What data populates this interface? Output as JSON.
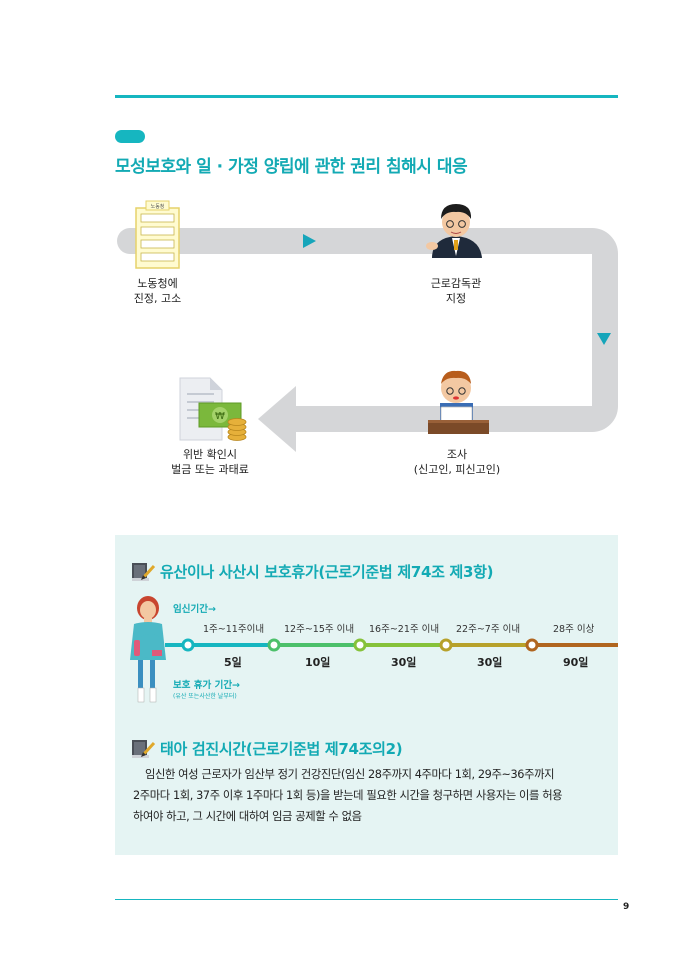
{
  "title": "모성보호와 일 · 가정 양립에 관한 권리 침해시 대응",
  "flow": {
    "building_sign": "노동청",
    "step1": [
      "노동청에",
      "진정, 고소"
    ],
    "step2": [
      "근로감독관",
      "지정"
    ],
    "step3": [
      "조사",
      "(신고인, 피신고인)"
    ],
    "step4": [
      "위반 확인시",
      "벌금 또는 과태료"
    ],
    "money_symbol": "₩"
  },
  "leave": {
    "title": "유산이나 사산시 보호휴가(근로기준법 제74조 제3항)",
    "pregnancy_label": "임신기간→",
    "leave_label": "보호 휴가 기간→",
    "leave_note": "(유산 또는사산한 날부터)",
    "ranges": [
      "1주~11주이내",
      "12주~15주 이내",
      "16주~21주 이내",
      "22주~7주 이내",
      "28주 이상"
    ],
    "days": [
      "5일",
      "10일",
      "30일",
      "30일",
      "90일"
    ],
    "colors": [
      "#16b6c0",
      "#4cc06a",
      "#86c23a",
      "#b7a12a",
      "#b0651f"
    ]
  },
  "checkup": {
    "title": "태아 검진시간(근로기준법 제74조의2)",
    "lines": [
      "임신한 여성 근로자가 임산부 정기 건강진단(임신 28주까지 4주마다 1회, 29주~36주까지",
      "2주마다 1회, 37주 이후 1주마다 1회 등)을 받는데 필요한 시간을 청구하면 사용자는 이를 허용",
      "하여야 하고, 그 시간에 대하여 임금 공제할 수 없음"
    ]
  },
  "page_number": "9"
}
